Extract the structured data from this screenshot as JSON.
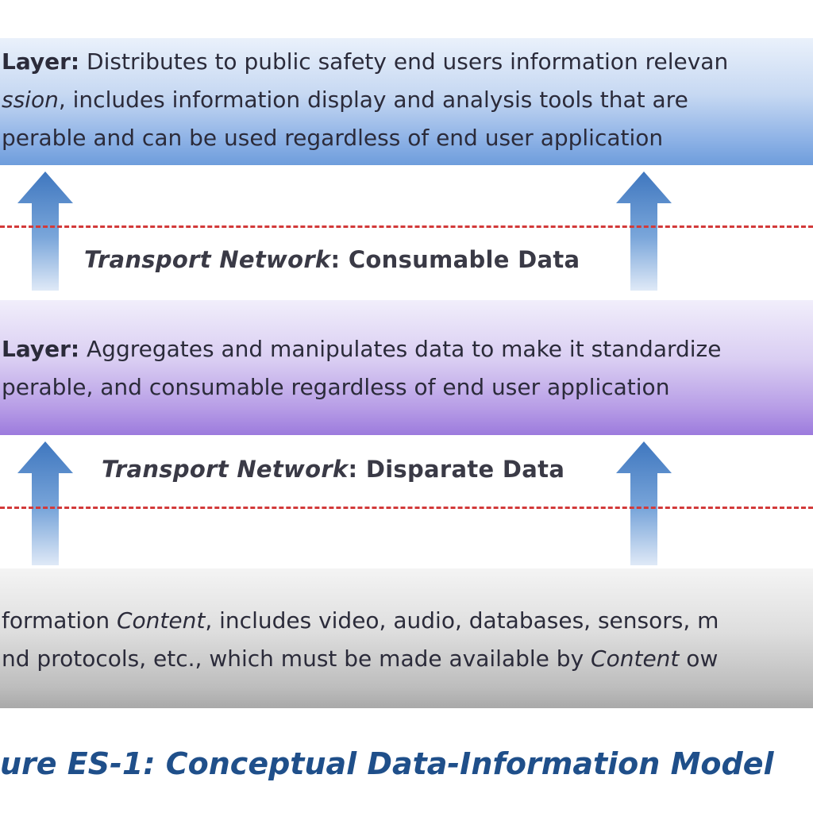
{
  "layers": {
    "application": {
      "name": "Layer:",
      "line1": "Distributes to public safety end users information relevan",
      "line2_italic": "ssion",
      "line2_rest": ", includes information display and analysis tools that are",
      "line3": "perable and can be used regardless of end user application"
    },
    "information": {
      "name": "Layer:",
      "line1": "Aggregates and manipulates data to make it standardize",
      "line2": "perable, and consumable regardless of end user application"
    },
    "content": {
      "line1_start": "formation ",
      "line1_italic": "Content",
      "line1_rest": ", includes video, audio, databases, sensors, m",
      "line2_start": "nd protocols, etc., which must be made available by ",
      "line2_italic": "Content",
      "line2_rest": " ow"
    }
  },
  "transport": {
    "upper": {
      "italic": "Transport Network",
      "rest": ": Consumable Data"
    },
    "lower": {
      "italic": "Transport Network",
      "rest": ": Disparate Data"
    }
  },
  "caption": "ure ES-1: Conceptual Data-Information Model",
  "colors": {
    "application_layer": "#8eb2e6",
    "information_layer": "#b79de6",
    "content_layer": "#bdbdbd",
    "dashed_line": "#d23a3a",
    "arrow": "#4f86c6",
    "caption": "#1f4f8a"
  }
}
